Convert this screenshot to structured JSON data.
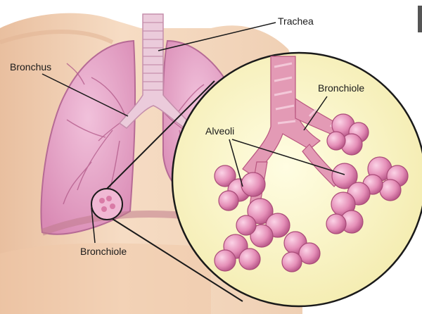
{
  "labels": {
    "trachea": "Trachea",
    "bronchus": "Bronchus",
    "bronchiole_zoom": "Bronchiole",
    "alveoli": "Alveoli",
    "bronchiole_lung": "Bronchiole"
  },
  "colors": {
    "skin": "#f3d3b6",
    "skin_shadow": "#e0b594",
    "lung": "#e7a6c8",
    "lung_edge": "#b66a95",
    "trachea": "#e9c5d8",
    "bronchiole": "#d97f9b",
    "alveoli": "#e58fb8",
    "zoom_bg": "#fbf6c8",
    "leader_line": "#1a1a1a"
  }
}
